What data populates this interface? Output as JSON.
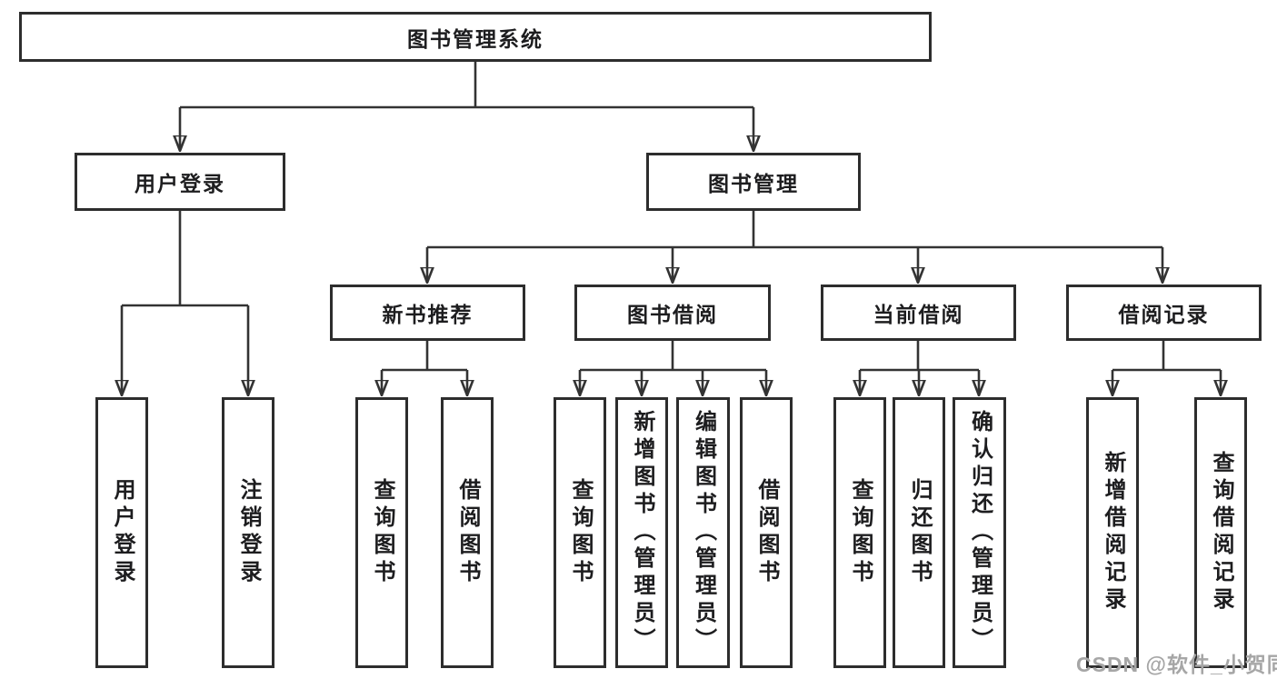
{
  "diagram": {
    "title": "图书管理系统",
    "type": "hierarchy-org-chart",
    "nodes": [
      {
        "id": "root",
        "label": "图书管理系统",
        "level": 0,
        "text_orientation": "horizontal"
      },
      {
        "id": "user-login",
        "label": "用户登录",
        "level": 1,
        "text_orientation": "horizontal"
      },
      {
        "id": "book-management",
        "label": "图书管理",
        "level": 1,
        "text_orientation": "horizontal"
      },
      {
        "id": "new-book-recommend",
        "label": "新书推荐",
        "level": 2,
        "text_orientation": "horizontal"
      },
      {
        "id": "book-borrowing",
        "label": "图书借阅",
        "level": 2,
        "text_orientation": "horizontal"
      },
      {
        "id": "current-borrowing",
        "label": "当前借阅",
        "level": 2,
        "text_orientation": "horizontal"
      },
      {
        "id": "borrowing-records",
        "label": "借阅记录",
        "level": 2,
        "text_orientation": "horizontal"
      },
      {
        "id": "leaf-user-login",
        "label": "用户登录",
        "level": 3,
        "text_orientation": "vertical"
      },
      {
        "id": "leaf-logout",
        "label": "注销登录",
        "level": 3,
        "text_orientation": "vertical"
      },
      {
        "id": "leaf-query-books-1",
        "label": "查询图书",
        "level": 3,
        "text_orientation": "vertical"
      },
      {
        "id": "leaf-borrow-books-1",
        "label": "借阅图书",
        "level": 3,
        "text_orientation": "vertical"
      },
      {
        "id": "leaf-query-books-2",
        "label": "查询图书",
        "level": 3,
        "text_orientation": "vertical"
      },
      {
        "id": "leaf-add-book-admin",
        "label": "新增图书（管理员）",
        "level": 3,
        "text_orientation": "vertical"
      },
      {
        "id": "leaf-edit-book-admin",
        "label": "编辑图书（管理员）",
        "level": 3,
        "text_orientation": "vertical"
      },
      {
        "id": "leaf-borrow-books-2",
        "label": "借阅图书",
        "level": 3,
        "text_orientation": "vertical"
      },
      {
        "id": "leaf-query-books-3",
        "label": "查询图书",
        "level": 3,
        "text_orientation": "vertical"
      },
      {
        "id": "leaf-return-books",
        "label": "归还图书",
        "level": 3,
        "text_orientation": "vertical"
      },
      {
        "id": "leaf-confirm-return-admin",
        "label": "确认归还（管理员）",
        "level": 3,
        "text_orientation": "vertical"
      },
      {
        "id": "leaf-add-borrow-record",
        "label": "新增借阅记录",
        "level": 3,
        "text_orientation": "vertical"
      },
      {
        "id": "leaf-query-borrow-record",
        "label": "查询借阅记录",
        "level": 3,
        "text_orientation": "vertical"
      }
    ],
    "edges": [
      {
        "from": "root",
        "to": "user-login"
      },
      {
        "from": "root",
        "to": "book-management"
      },
      {
        "from": "user-login",
        "to": "leaf-user-login"
      },
      {
        "from": "user-login",
        "to": "leaf-logout"
      },
      {
        "from": "book-management",
        "to": "new-book-recommend"
      },
      {
        "from": "book-management",
        "to": "book-borrowing"
      },
      {
        "from": "book-management",
        "to": "current-borrowing"
      },
      {
        "from": "book-management",
        "to": "borrowing-records"
      },
      {
        "from": "new-book-recommend",
        "to": "leaf-query-books-1"
      },
      {
        "from": "new-book-recommend",
        "to": "leaf-borrow-books-1"
      },
      {
        "from": "book-borrowing",
        "to": "leaf-query-books-2"
      },
      {
        "from": "book-borrowing",
        "to": "leaf-add-book-admin"
      },
      {
        "from": "book-borrowing",
        "to": "leaf-edit-book-admin"
      },
      {
        "from": "book-borrowing",
        "to": "leaf-borrow-books-2"
      },
      {
        "from": "current-borrowing",
        "to": "leaf-query-books-3"
      },
      {
        "from": "current-borrowing",
        "to": "leaf-return-books"
      },
      {
        "from": "current-borrowing",
        "to": "leaf-confirm-return-admin"
      },
      {
        "from": "borrowing-records",
        "to": "leaf-add-borrow-record"
      },
      {
        "from": "borrowing-records",
        "to": "leaf-query-borrow-record"
      }
    ]
  },
  "watermark": {
    "text": "CSDN @软件_小贺同学"
  },
  "colors": {
    "line": "#333333",
    "box_border": "#2d2d2d",
    "text": "#1d1d1f",
    "background": "#ffffff",
    "watermark": "#a6a6a6"
  }
}
